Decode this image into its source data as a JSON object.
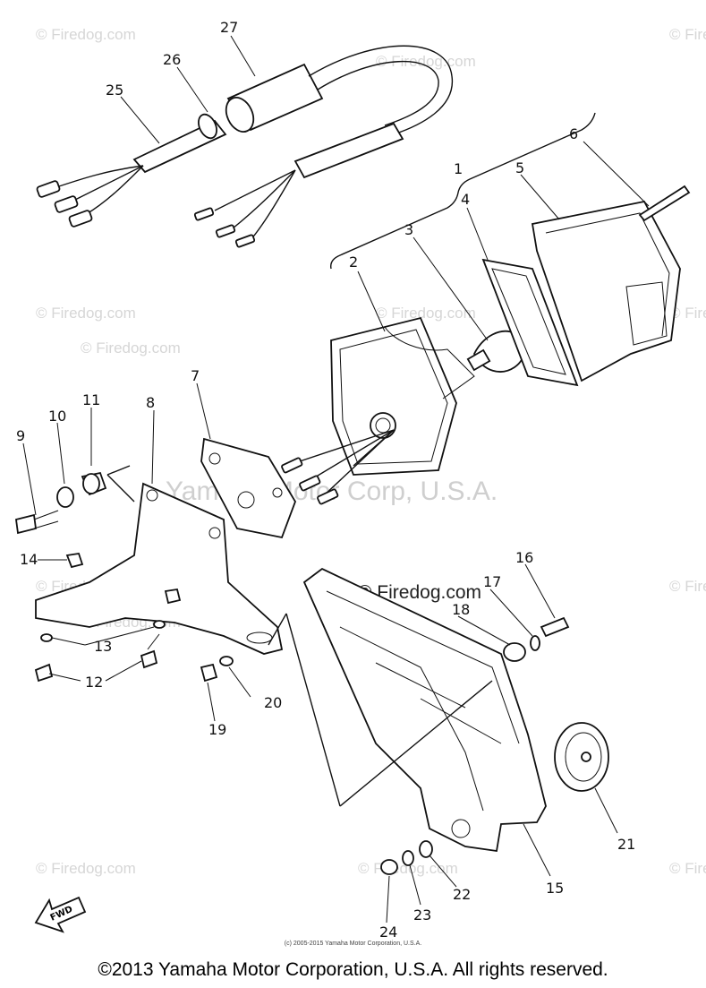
{
  "watermark": {
    "small": "© Firedog.com",
    "large": "Yamaha Motor Corp, U.S.A."
  },
  "callouts": {
    "c1": "1",
    "c2": "2",
    "c3": "3",
    "c4": "4",
    "c5": "5",
    "c6": "6",
    "c7": "7",
    "c8": "8",
    "c9": "9",
    "c10": "10",
    "c11": "11",
    "c12": "12",
    "c13": "13",
    "c14": "14",
    "c15": "15",
    "c16": "16",
    "c17": "17",
    "c18": "18",
    "c19": "19",
    "c20": "20",
    "c21": "21",
    "c22": "22",
    "c23": "23",
    "c24": "24",
    "c25": "25",
    "c26": "26",
    "c27": "27"
  },
  "fwd_label": "FWD",
  "fine_copyright": "(c) 2005-2015 Yamaha Motor Corporation, U.S.A.",
  "footer_copyright": "©2013 Yamaha Motor Corporation, U.S.A. All rights reserved."
}
